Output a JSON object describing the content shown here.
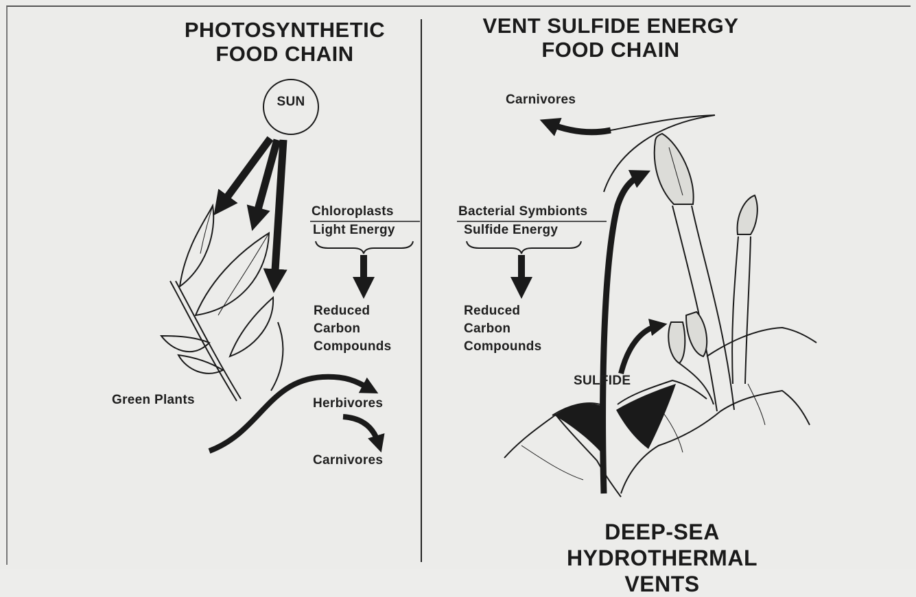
{
  "left_panel": {
    "title_line1": "PHOTOSYNTHETIC",
    "title_line2": "FOOD CHAIN",
    "sun": "SUN",
    "chloroplasts": "Chloroplasts",
    "light_energy": "Light Energy",
    "reduced_1": "Reduced",
    "reduced_2": "Carbon",
    "reduced_3": "Compounds",
    "green_plants": "Green Plants",
    "herbivores": "Herbivores",
    "carnivores": "Carnivores"
  },
  "right_panel": {
    "title_line1": "VENT SULFIDE ENERGY",
    "title_line2": "FOOD CHAIN",
    "bacterial_symbionts": "Bacterial Symbionts",
    "sulfide_energy": "Sulfide Energy",
    "reduced_1": "Reduced",
    "reduced_2": "Carbon",
    "reduced_3": "Compounds",
    "sulfide": "SULFIDE",
    "carnivores": "Carnivores",
    "bottom_line1": "DEEP-SEA",
    "bottom_line2": "HYDROTHERMAL VENTS"
  },
  "colors": {
    "ink": "#1a1a1a",
    "paper": "#ececea"
  }
}
